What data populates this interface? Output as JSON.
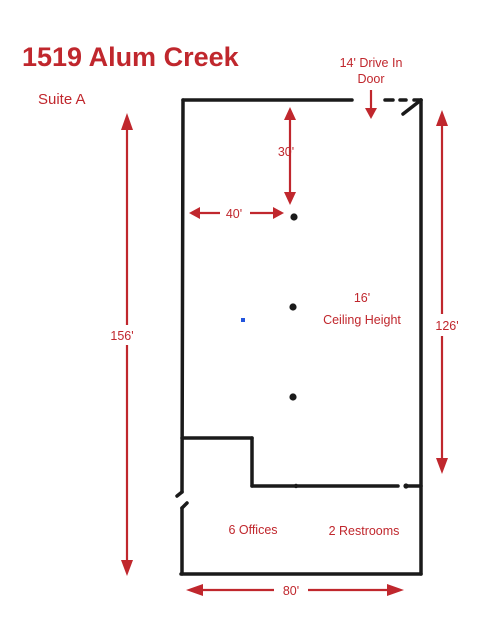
{
  "title": "1519 Alum Creek",
  "suite": "Suite A",
  "door_label": [
    "14' Drive In",
    "Door"
  ],
  "dimensions": {
    "top_gap": "30'",
    "column_offset": "40'",
    "total_length": "156'",
    "warehouse_length": "126'",
    "width": "80'"
  },
  "ceiling": [
    "16'",
    "Ceiling Height"
  ],
  "rooms": {
    "offices": "6 Offices",
    "restrooms": "2 Restrooms"
  },
  "colors": {
    "label": "#c0272d",
    "wall": "#1a1a1a",
    "marker": "#2255dd"
  }
}
